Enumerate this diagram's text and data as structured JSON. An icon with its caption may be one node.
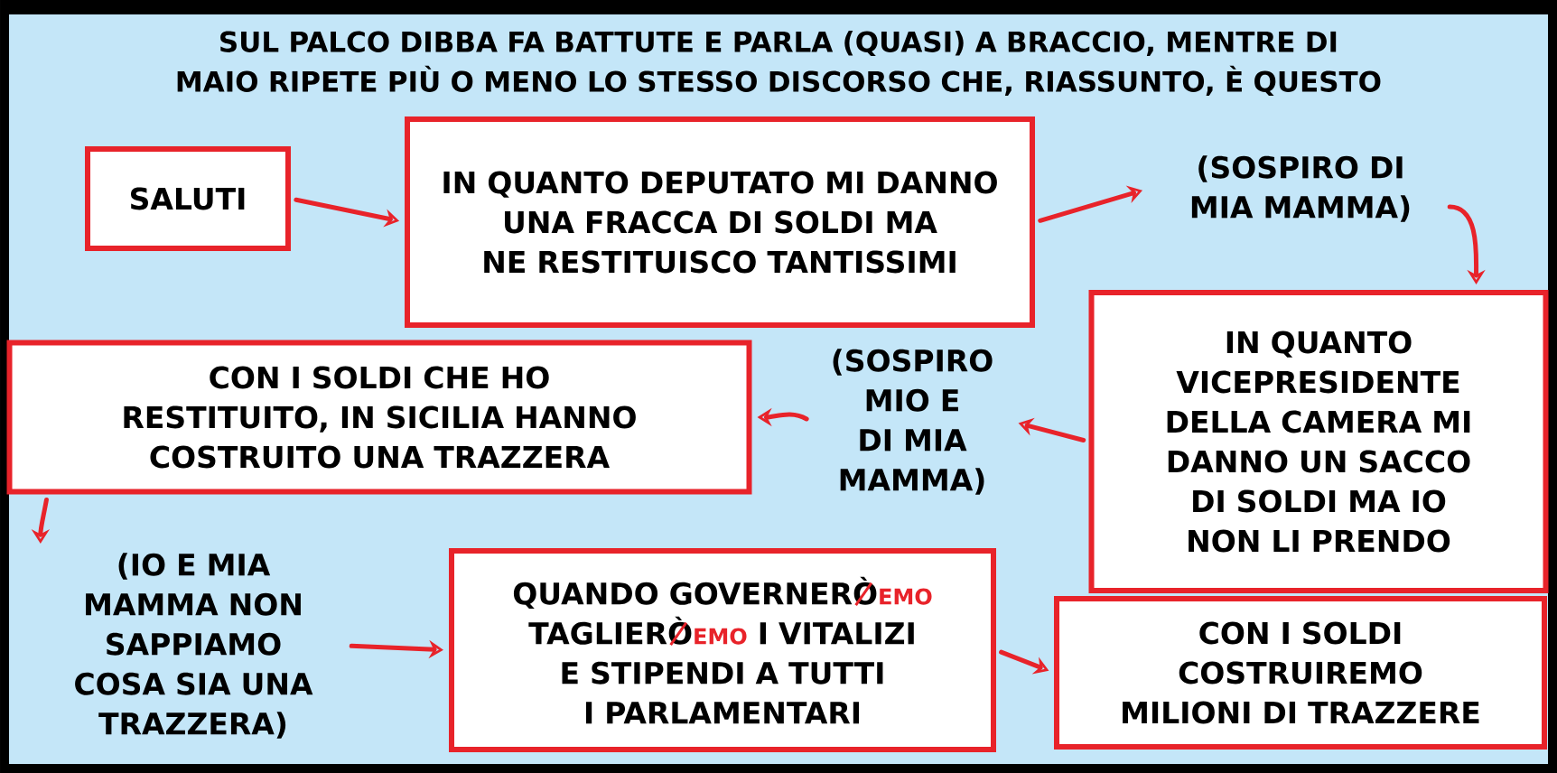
{
  "diagram": {
    "title": "SUL PALCO DIBBA FA BATTUTE E PARLA (QUASI) A BRACCIO, MENTRE DI MAIO RIPETE PIÙ O MENO LO STESSO DISCORSO CHE, RIASSUNTO, È QUESTO",
    "nodes": [
      {
        "text": [
          "SALUTI"
        ]
      },
      {
        "text": [
          "IN QUANTO DEPUTATO MI DANNO UNA FRACCA DI SOLDI MA NE RESTITUISCO TANTISSIMI"
        ]
      },
      {
        "text": [
          "(SOSPIRO DI MIA MAMMA)"
        ]
      },
      {
        "text": [
          "IN QUANTO VICEPRESIDENTE DELLA CAMERA MI DANNO UN SACCO DI SOLDI MA IO NON LI PRENDO"
        ]
      },
      {
        "text": [
          "(SOSPIRO MIO E DI MIA MAMMA)"
        ]
      },
      {
        "text": [
          "CON I SOLDI CHE HO RESTITUITO, IN SICILIA HANNO COSTRUITO UNA TRAZZERA"
        ]
      },
      {
        "text": [
          "(IO E MIA MAMMA NON SAPPIAMO COSA SIA UNA TRAZZERA)"
        ]
      },
      {
        "text": [
          "QUANDO GOVERNERÒ",
          "EMO",
          "TAGLIERÒ",
          "EMO",
          "I VITALIZI E STIPENDI A TUTTI I PARLAMENTARI"
        ]
      },
      {
        "text": [
          "CON I SOLDI COSTRUIREMO MILIONI DI TRAZZERE"
        ]
      }
    ],
    "edges": [
      {
        "from": 0,
        "to": 1,
        "arrow": "to"
      },
      {
        "from": 1,
        "to": 2,
        "arrow": "to"
      },
      {
        "from": 2,
        "to": 3,
        "arrow": "to"
      },
      {
        "from": 3,
        "to": 4,
        "arrow": "to"
      },
      {
        "from": 4,
        "to": 5,
        "arrow": "to"
      },
      {
        "from": 5,
        "to": 6,
        "arrow": "to"
      },
      {
        "from": 6,
        "to": 7,
        "arrow": "to"
      },
      {
        "from": 7,
        "to": 8,
        "arrow": "to"
      }
    ]
  }
}
